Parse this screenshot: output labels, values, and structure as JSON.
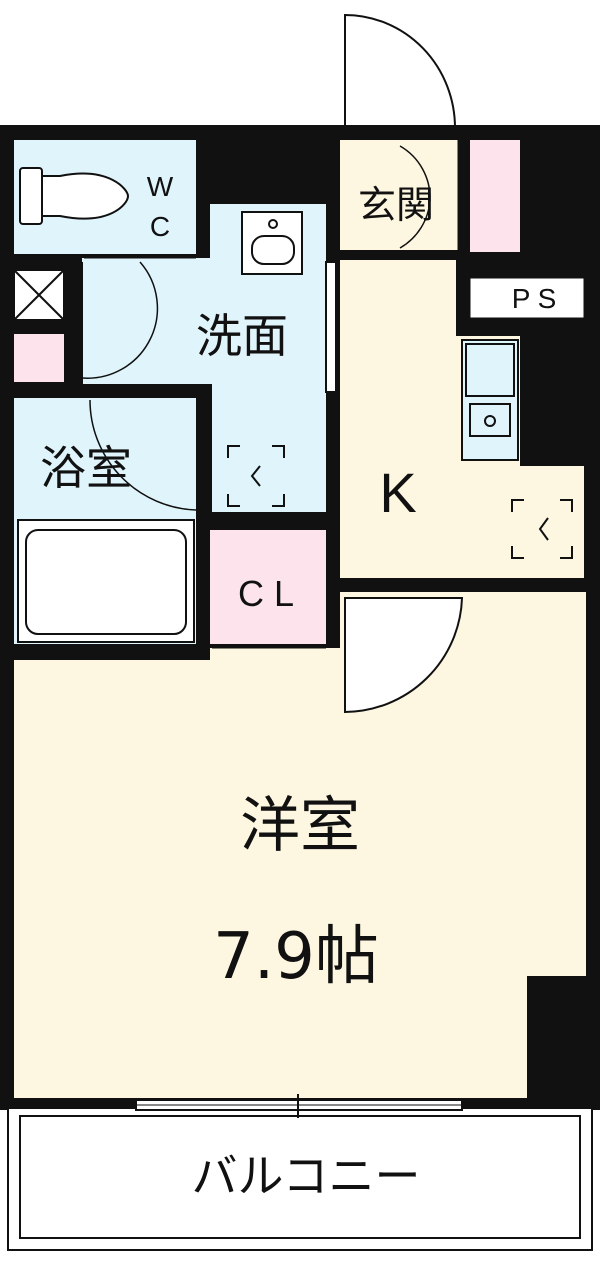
{
  "rooms": {
    "wc": {
      "label_w": "W",
      "label_c": "C"
    },
    "genkan": {
      "label": "玄関"
    },
    "ps": {
      "label": "P S"
    },
    "senmen": {
      "label": "洗面"
    },
    "yokushitsu": {
      "label": "浴室"
    },
    "kitchen": {
      "label": "K"
    },
    "closet": {
      "label": "C L"
    },
    "yoshitsu": {
      "label": "洋室",
      "size": "7.9帖"
    },
    "balcony": {
      "label": "バルコニー"
    }
  },
  "colors": {
    "wall": "#111111",
    "wet_area": "#dff4fb",
    "living_area": "#fdf6e0",
    "storage": "#fde4ec",
    "balcony": "#ffffff"
  }
}
